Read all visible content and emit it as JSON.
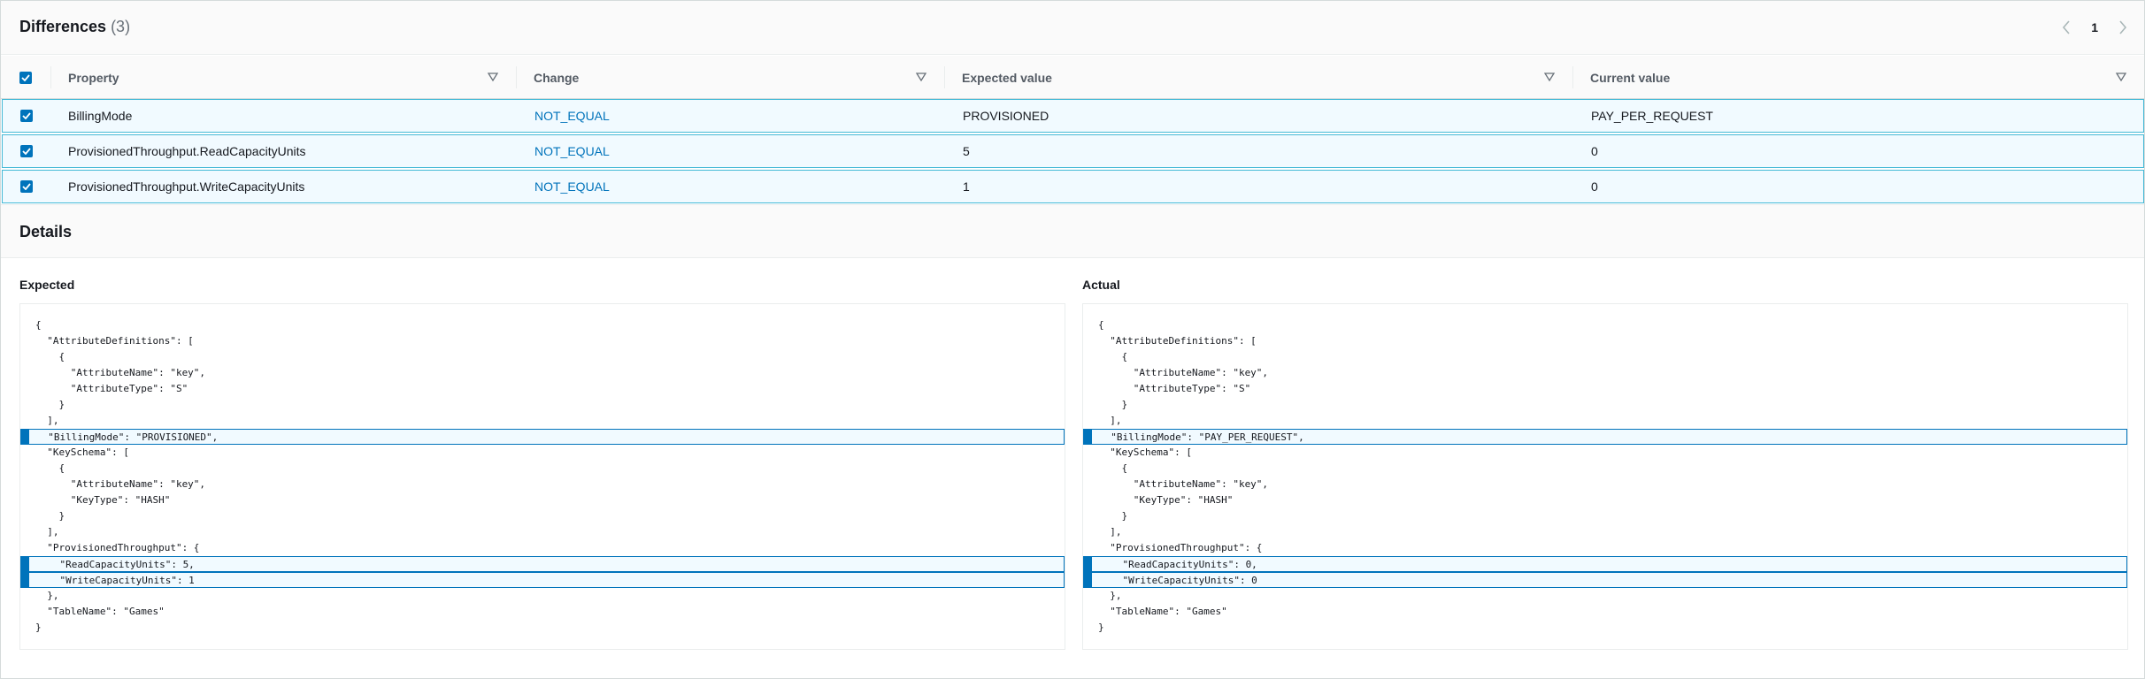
{
  "header": {
    "title": "Differences",
    "count": "(3)"
  },
  "pagination": {
    "current_page": "1"
  },
  "table": {
    "columns": [
      "Property",
      "Change",
      "Expected value",
      "Current value"
    ],
    "rows": [
      {
        "property": "BillingMode",
        "change": "NOT_EQUAL",
        "expected": "PROVISIONED",
        "current": "PAY_PER_REQUEST"
      },
      {
        "property": "ProvisionedThroughput.ReadCapacityUnits",
        "change": "NOT_EQUAL",
        "expected": "5",
        "current": "0"
      },
      {
        "property": "ProvisionedThroughput.WriteCapacityUnits",
        "change": "NOT_EQUAL",
        "expected": "1",
        "current": "0"
      }
    ]
  },
  "details": {
    "title": "Details",
    "expected": {
      "label": "Expected",
      "lines": [
        {
          "text": "{",
          "hl": false
        },
        {
          "text": "  \"AttributeDefinitions\": [",
          "hl": false
        },
        {
          "text": "    {",
          "hl": false
        },
        {
          "text": "      \"AttributeName\": \"key\",",
          "hl": false
        },
        {
          "text": "      \"AttributeType\": \"S\"",
          "hl": false
        },
        {
          "text": "    }",
          "hl": false
        },
        {
          "text": "  ],",
          "hl": false
        },
        {
          "text": "  \"BillingMode\": \"PROVISIONED\",",
          "hl": true
        },
        {
          "text": "  \"KeySchema\": [",
          "hl": false
        },
        {
          "text": "    {",
          "hl": false
        },
        {
          "text": "      \"AttributeName\": \"key\",",
          "hl": false
        },
        {
          "text": "      \"KeyType\": \"HASH\"",
          "hl": false
        },
        {
          "text": "    }",
          "hl": false
        },
        {
          "text": "  ],",
          "hl": false
        },
        {
          "text": "  \"ProvisionedThroughput\": {",
          "hl": false
        },
        {
          "text": "    \"ReadCapacityUnits\": 5,",
          "hl": true
        },
        {
          "text": "    \"WriteCapacityUnits\": 1",
          "hl": true
        },
        {
          "text": "  },",
          "hl": false
        },
        {
          "text": "  \"TableName\": \"Games\"",
          "hl": false
        },
        {
          "text": "}",
          "hl": false
        }
      ]
    },
    "actual": {
      "label": "Actual",
      "lines": [
        {
          "text": "{",
          "hl": false
        },
        {
          "text": "  \"AttributeDefinitions\": [",
          "hl": false
        },
        {
          "text": "    {",
          "hl": false
        },
        {
          "text": "      \"AttributeName\": \"key\",",
          "hl": false
        },
        {
          "text": "      \"AttributeType\": \"S\"",
          "hl": false
        },
        {
          "text": "    }",
          "hl": false
        },
        {
          "text": "  ],",
          "hl": false
        },
        {
          "text": "  \"BillingMode\": \"PAY_PER_REQUEST\",",
          "hl": true
        },
        {
          "text": "  \"KeySchema\": [",
          "hl": false
        },
        {
          "text": "    {",
          "hl": false
        },
        {
          "text": "      \"AttributeName\": \"key\",",
          "hl": false
        },
        {
          "text": "      \"KeyType\": \"HASH\"",
          "hl": false
        },
        {
          "text": "    }",
          "hl": false
        },
        {
          "text": "  ],",
          "hl": false
        },
        {
          "text": "  \"ProvisionedThroughput\": {",
          "hl": false
        },
        {
          "text": "    \"ReadCapacityUnits\": 0,",
          "hl": true
        },
        {
          "text": "    \"WriteCapacityUnits\": 0",
          "hl": true
        },
        {
          "text": "  },",
          "hl": false
        },
        {
          "text": "  \"TableName\": \"Games\"",
          "hl": false
        },
        {
          "text": "}",
          "hl": false
        }
      ]
    }
  },
  "icons": {
    "sort": "sort-caret-icon",
    "prev": "chevron-left-icon",
    "next": "chevron-right-icon",
    "check": "checkmark-icon"
  },
  "colors": {
    "accent": "#0073bb",
    "row_highlight": "#f1faff",
    "row_border": "#44b9d6"
  }
}
